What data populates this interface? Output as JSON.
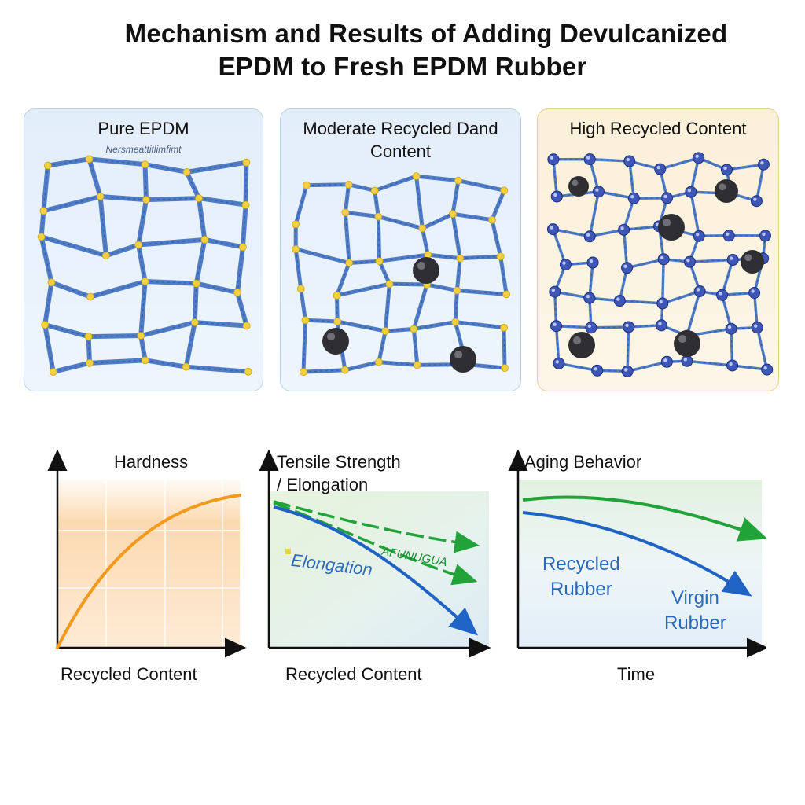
{
  "title": {
    "line1": "Mechanism and Results of Adding Devulcanized",
    "line2": "EPDM to Fresh EPDM Rubber"
  },
  "panels": [
    {
      "title": "Pure EPDM",
      "subtitle": "Nersmeattitlimfimt"
    },
    {
      "title_line1": "Moderate Recycled Dand",
      "title_line2": "Content"
    },
    {
      "title": "High Recycled Content"
    }
  ],
  "charts": {
    "hardness": {
      "title": "Hardness",
      "xlabel": "Recycled Content"
    },
    "tensile": {
      "title_line1": "Tensile Strength",
      "title_line2": "/ Elongation",
      "xlabel": "Recycled Content",
      "series_elongation": "Elongation",
      "garbled_label": "AFUNUGUA"
    },
    "aging": {
      "title": "Aging Behavior",
      "xlabel": "Time",
      "label_recycled_l1": "Recycled",
      "label_recycled_l2": "Rubber",
      "label_virgin_l1": "Virgin",
      "label_virgin_l2": "Rubber"
    }
  },
  "colors": {
    "chain": "#4f7cc4",
    "chain_dark": "#2c4d9c",
    "crosslink": "#f4d03f",
    "particle": "#2e2e33",
    "node_bead": "#3d56b8",
    "hardness_line": "#f39a1d",
    "green_line": "#22a33a",
    "blue_line": "#1f63c5",
    "recycled_text": "#2a69b8"
  }
}
